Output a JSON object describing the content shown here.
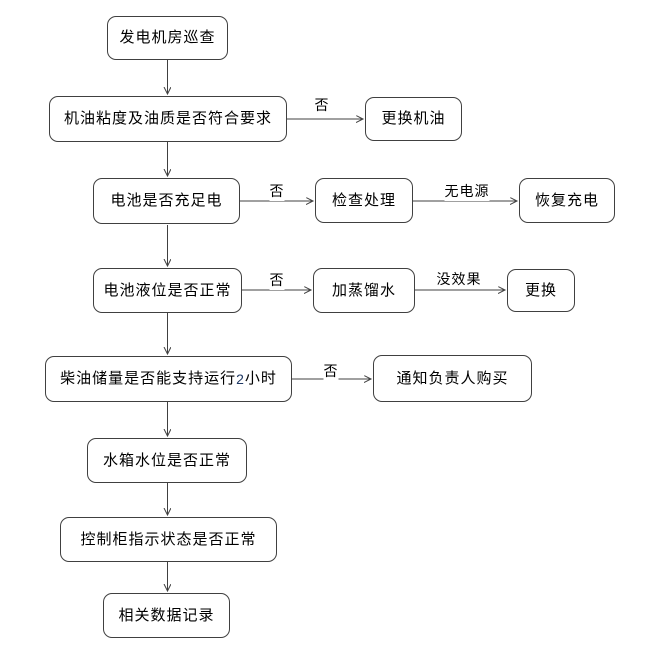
{
  "diagram": {
    "background_color": "#ffffff",
    "line_color": "#404040",
    "box_border_color": "#404040",
    "box_fill_color": "#ffffff",
    "text_color": "#000000",
    "number_highlight_color": "#1f3864"
  },
  "nodes": {
    "start": {
      "label": "发电机房巡查"
    },
    "oil_check": {
      "label": "机油粘度及油质是否符合要求"
    },
    "replace_oil": {
      "label": "更换机油"
    },
    "battery_charge": {
      "label": "电池是否充足电"
    },
    "inspect_handle": {
      "label": "检查处理"
    },
    "restore_charge": {
      "label": "恢复充电"
    },
    "battery_level": {
      "label": "电池液位是否正常"
    },
    "add_water": {
      "label": "加蒸馏水"
    },
    "replace": {
      "label": "更换"
    },
    "diesel_check": {
      "prefix": "柴油储量是否能支持运行 ",
      "number": "2",
      "suffix": " 小时"
    },
    "notify_buy": {
      "label": "通知负责人购买"
    },
    "tank_level": {
      "label": "水箱水位是否正常"
    },
    "cabinet_status": {
      "label": "控制柜指示状态是否正常"
    },
    "data_record": {
      "label": "相关数据记录"
    }
  },
  "edge_labels": {
    "oil_no": "否",
    "battery_no": "否",
    "no_power": "无电源",
    "level_no": "否",
    "no_effect": "没效果",
    "diesel_no": "否"
  }
}
